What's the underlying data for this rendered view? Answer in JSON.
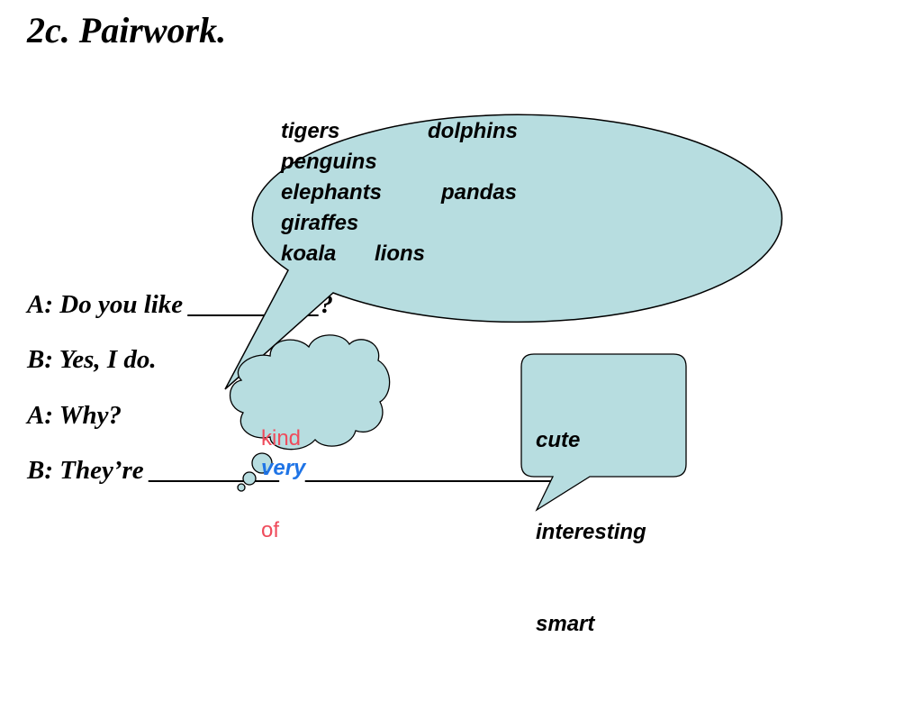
{
  "title": "2c. Pairwork.",
  "dialogue": [
    "A: Do you like __________?",
    "B: Yes, I do.",
    "A: Why?",
    "B: They’re __________    ___________________."
  ],
  "animals_bubble": {
    "words": [
      "tigers",
      "dolphins",
      "penguins",
      "elephants",
      "pandas",
      "giraffes",
      "koala",
      "lions"
    ],
    "fill": "#b7dde0"
  },
  "thought_cloud": {
    "line1": "kind",
    "line2": "of",
    "text_color": "#ef4b5b",
    "fill": "#b7dde0"
  },
  "very_label": {
    "text": "very",
    "color": "#1f74e6"
  },
  "adjectives_callout": {
    "words": [
      "cute",
      "interesting",
      "smart"
    ],
    "fill": "#b7dde0"
  }
}
